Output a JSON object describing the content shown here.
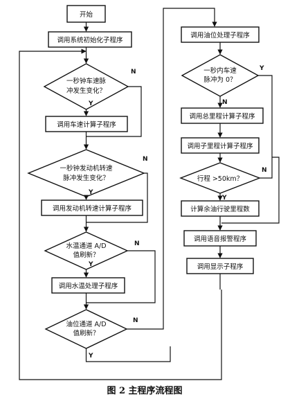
{
  "caption": "图 2   主程序流程图",
  "left_column": {
    "start": "开始",
    "init": "调用系统初始化子程序",
    "speed_decision": [
      "一秒钟车速脉",
      "冲发生变化？"
    ],
    "speed_calc": "调用车速计算子程序",
    "rpm_decision": [
      "一秒钟发动机转速",
      "脉冲发生变化？"
    ],
    "rpm_calc": "调用发动机转速计算子程序",
    "water_decision": [
      "水温通道 A/D",
      "值刷新？"
    ],
    "water_proc": "调用水温处理子程序",
    "oil_decision": [
      "油位通道 A/D",
      "值刷新？"
    ]
  },
  "right_column": {
    "oil_proc": "调用油位处理子程序",
    "pulse_decision": [
      "一秒内车速",
      "脉冲为 0？"
    ],
    "total_mileage": "调用总里程计算子程序",
    "sub_mileage": "调用子里程计算子程序",
    "distance_decision": "行程 >50km？",
    "fuel_range": "计算余油行驶里程数",
    "voice_alarm": "调用语音报警程序",
    "display": "调用显示子程序"
  },
  "branch_labels": {
    "yes": "Y",
    "no": "N"
  }
}
